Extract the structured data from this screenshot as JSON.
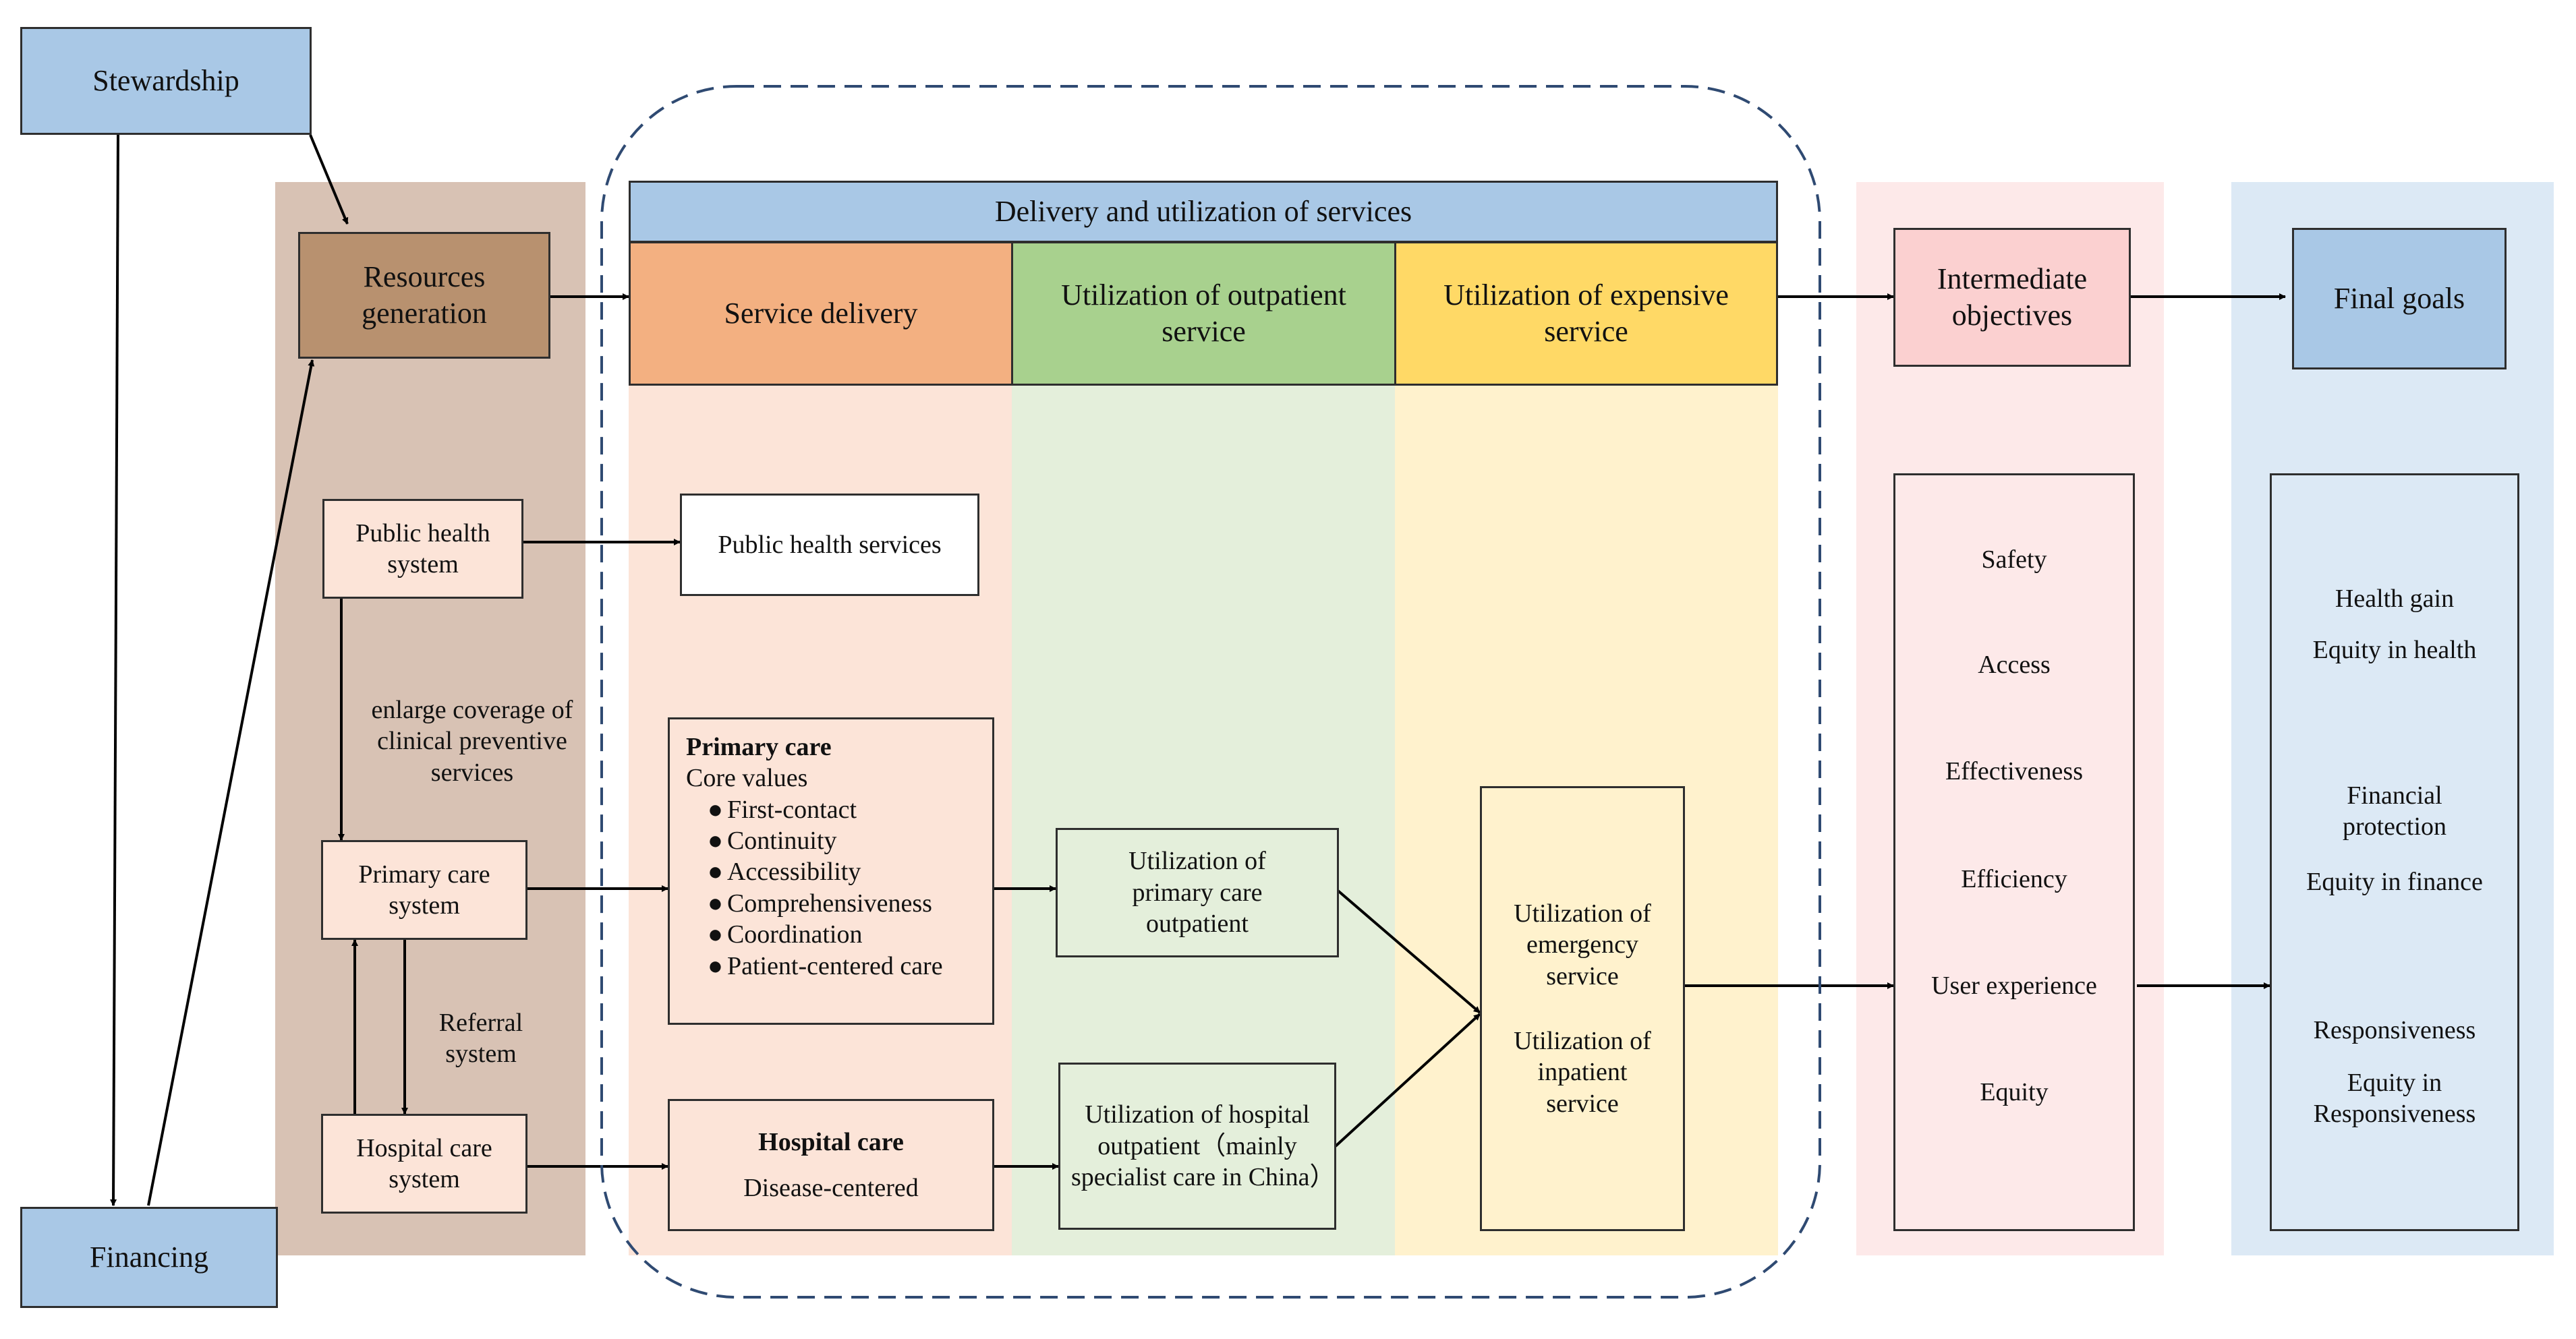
{
  "stewardship": "Stewardship",
  "financing": "Financing",
  "resources_generation": "Resources generation",
  "delivery_header": "Delivery and utilization of services",
  "column_headers": {
    "service_delivery": "Service delivery",
    "utilization_outpatient": "Utilization of outpatient service",
    "utilization_expensive": "Utilization of expensive service"
  },
  "intermediate_objectives_title": "Intermediate objectives",
  "final_goals_title": "Final goals",
  "systems": {
    "public_health": "Public health system",
    "primary_care": "Primary care system",
    "hospital_care": "Hospital care system"
  },
  "edge_labels": {
    "enlarge_coverage": "enlarge coverage of clinical preventive services",
    "referral": "Referral system"
  },
  "public_health_services": "Public health services",
  "primary_care_box": {
    "title": "Primary care",
    "subtitle": "Core values",
    "items": [
      "First-contact",
      "Continuity",
      "Accessibility",
      "Comprehensiveness",
      "Coordination",
      "Patient-centered care"
    ]
  },
  "hospital_care_box": {
    "title": "Hospital care",
    "subtitle": "Disease-centered"
  },
  "utilization_primary_outpatient": "Utilization of primary care outpatient",
  "utilization_hospital_outpatient": "Utilization of hospital outpatient（mainly specialist care in China）",
  "utilization_emergency": "Utilization of emergency service",
  "utilization_inpatient": "Utilization of inpatient service",
  "intermediate_items": [
    "Safety",
    "Access",
    "Effectiveness",
    "Efficiency",
    "User experience",
    "Equity"
  ],
  "final_goals_items": {
    "health_gain": "Health gain",
    "equity_health": "Equity in health",
    "financial_protection": "Financial protection",
    "equity_finance": "Equity in finance",
    "responsiveness": "Responsiveness",
    "equity_responsiveness": "Equity in Responsiveness"
  },
  "colors": {
    "light_blue": "#a9c8e6",
    "brown_band": "#d8c2b4",
    "brown_box": "#b8916f",
    "peach_band": "#fce4d8",
    "orange": "#f3b081",
    "green_band": "#e4efdb",
    "green": "#a8d18e",
    "yellow_band": "#fff2cd",
    "yellow": "#ffd966",
    "pink_band": "#fde9e9",
    "pink": "#fbd0d0",
    "blue_band": "#dce9f5",
    "dashed": "#2f4a72"
  }
}
